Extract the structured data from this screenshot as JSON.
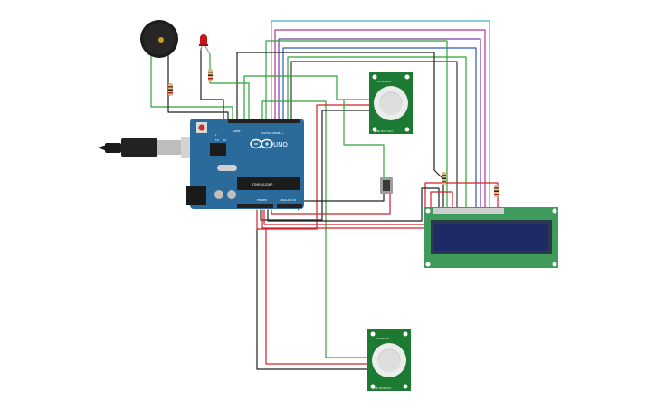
{
  "board": {
    "model": "UNO",
    "chip": "ATMEGA328P",
    "digital_label": "DIGITAL (PWM~)",
    "power_label": "POWER",
    "analog_label": "ANALOG IN",
    "tx_label": "TX",
    "rx_label": "RX",
    "l_label": "L",
    "aref_label": "AREF",
    "gnd_label": "GND"
  },
  "pir_top": {
    "label_top": "HC-SR501",
    "label_bottom": "GND OUT VCC"
  },
  "pir_bottom": {
    "label_top": "HC-SR501",
    "label_bottom": "GND OUT VCC"
  },
  "icons": {
    "buzzer": "piezo-buzzer-icon",
    "led": "red-led-icon",
    "button": "pushbutton-icon",
    "usb": "usb-plug-icon"
  },
  "colors": {
    "board": "#2b6b9b",
    "lcd_pcb": "#3f9b5c",
    "lcd_screen": "#1d2a66",
    "pir_pcb": "#1d7a33",
    "wire_green": "#2ea43a",
    "wire_red": "#d0202a",
    "wire_black": "#222222",
    "wire_cyan": "#3fb6c6",
    "wire_magenta": "#b0388a",
    "wire_purple": "#6a3fa0",
    "wire_blue": "#2a5cb0"
  }
}
